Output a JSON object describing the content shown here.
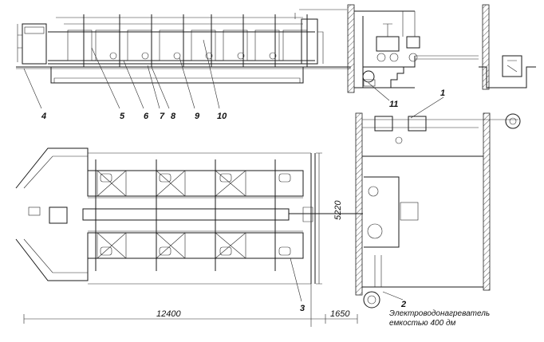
{
  "callouts": [
    "1",
    "2",
    "3",
    "4",
    "5",
    "6",
    "7",
    "8",
    "9",
    "10",
    "11"
  ],
  "dimensions": {
    "length_total": "12400",
    "length_side": "1650",
    "width": "5220"
  },
  "annotation": {
    "line1": "Электроводонагреватель",
    "line2": "емкостью 400 дм"
  }
}
